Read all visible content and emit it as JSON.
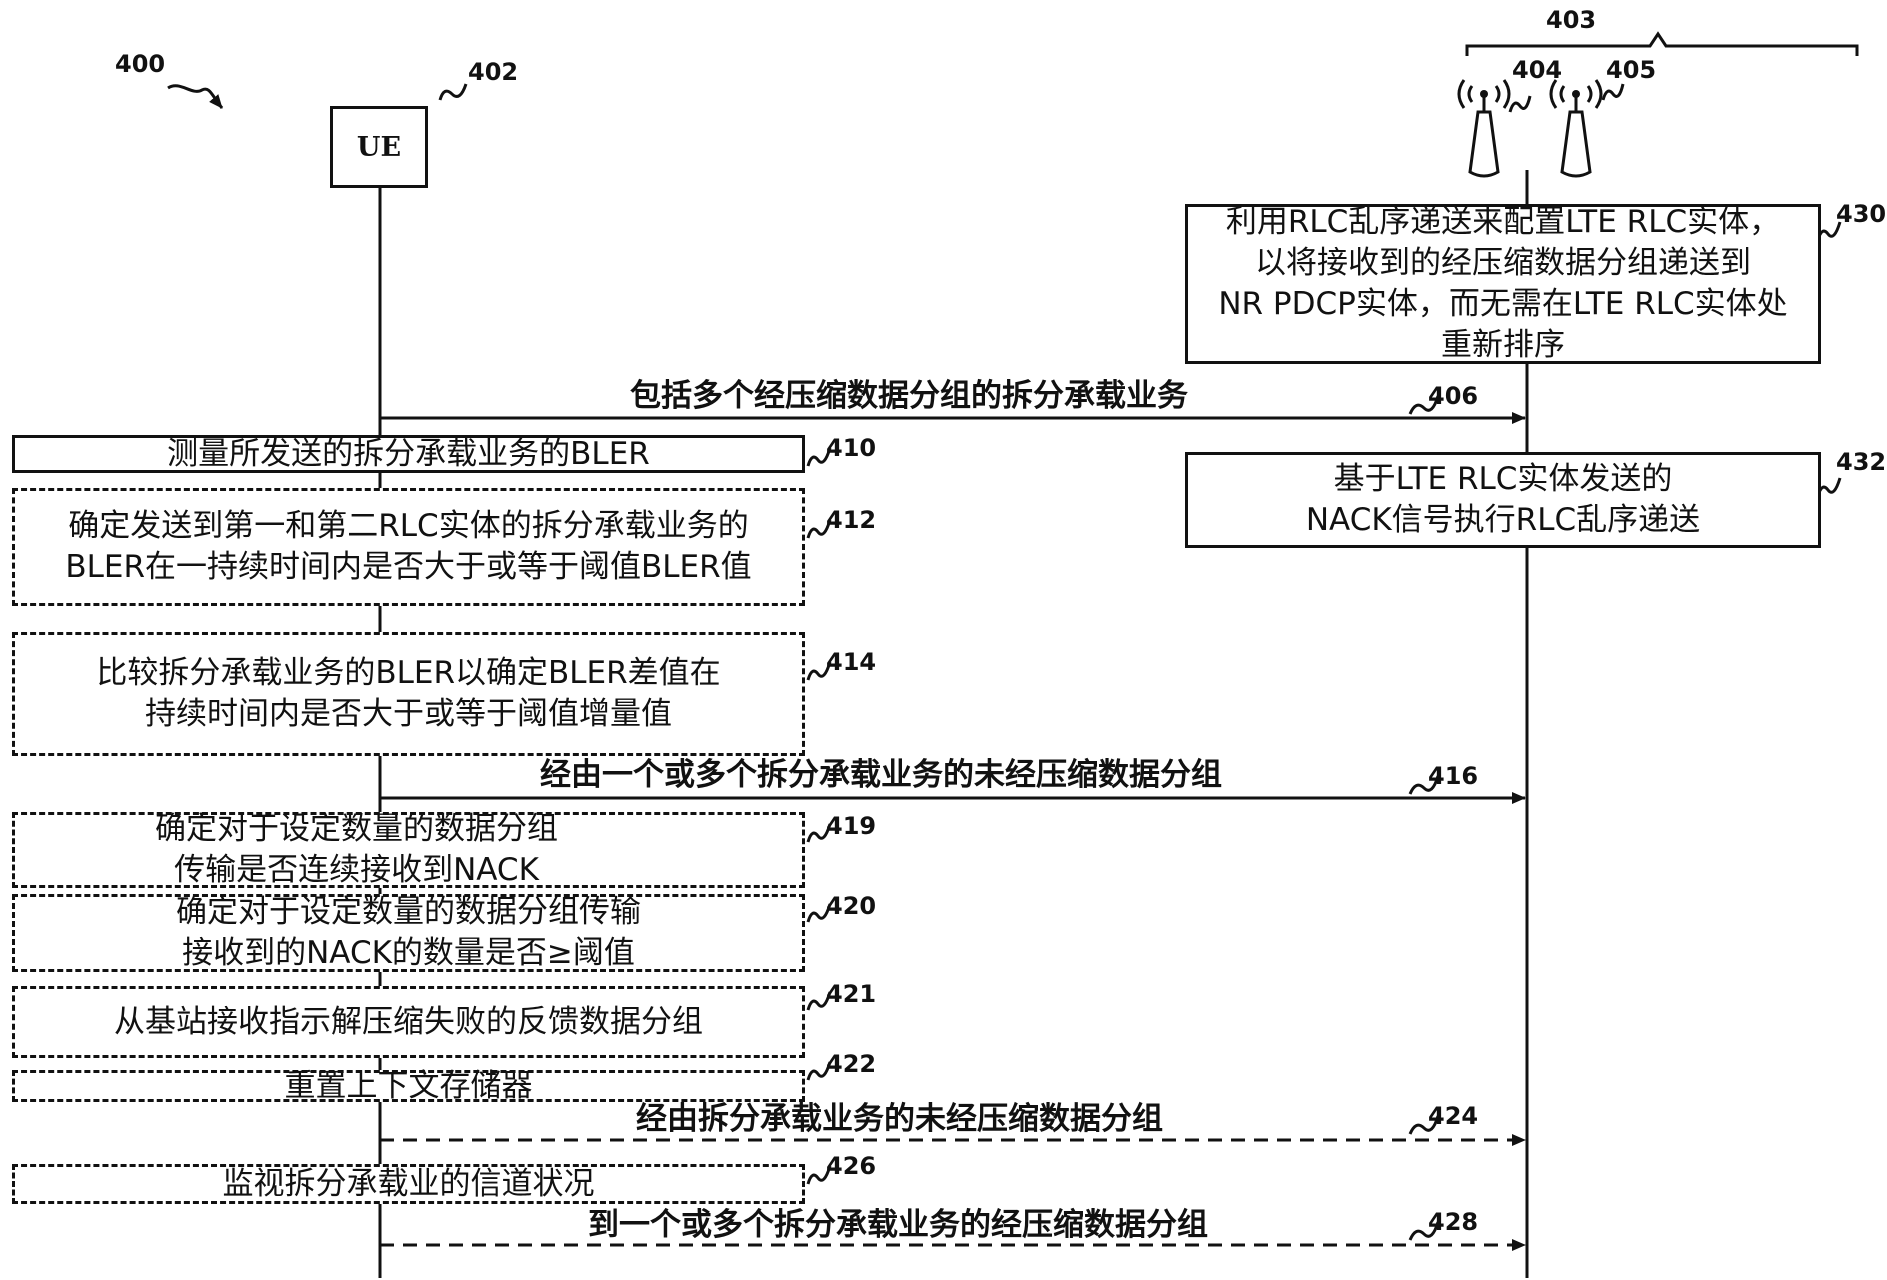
{
  "figure_label": "400",
  "entities": {
    "ue": {
      "name": "UE",
      "ref": "402"
    },
    "base_station": {
      "ref": "403",
      "antenna_1_ref": "404",
      "antenna_2_ref": "405"
    }
  },
  "steps": {
    "s430": {
      "ref": "430",
      "text": "利用RLC乱序递送来配置LTE RLC实体，\n以将接收到的经压缩数据分组递送到\nNR PDCP实体，而无需在LTE RLC实体处\n重新排序"
    },
    "s406": {
      "ref": "406",
      "text": "包括多个经压缩数据分组的拆分承载业务"
    },
    "s410": {
      "ref": "410",
      "text": "测量所发送的拆分承载业务的BLER"
    },
    "s432": {
      "ref": "432",
      "text": "基于LTE RLC实体发送的\nNACK信号执行RLC乱序递送"
    },
    "s412": {
      "ref": "412",
      "text": "确定发送到第一和第二RLC实体的拆分承载业务的\nBLER在一持续时间内是否大于或等于阈值BLER值"
    },
    "s414": {
      "ref": "414",
      "text": "比较拆分承载业务的BLER以确定BLER差值在\n持续时间内是否大于或等于阈值增量值"
    },
    "s416": {
      "ref": "416",
      "text": "经由一个或多个拆分承载业务的未经压缩数据分组"
    },
    "s419": {
      "ref": "419",
      "text": "确定对于设定数量的数据分组\n传输是否连续接收到NACK"
    },
    "s420": {
      "ref": "420",
      "text": "确定对于设定数量的数据分组传输\n接收到的NACK的数量是否≥阈值"
    },
    "s421": {
      "ref": "421",
      "text": "从基站接收指示解压缩失败的反馈数据分组"
    },
    "s422": {
      "ref": "422",
      "text": "重置上下文存储器"
    },
    "s424": {
      "ref": "424",
      "text": "经由拆分承载业务的未经压缩数据分组"
    },
    "s426": {
      "ref": "426",
      "text": "监视拆分承载业的信道状况"
    },
    "s428": {
      "ref": "428",
      "text": "到一个或多个拆分承载业务的经压缩数据分组"
    }
  }
}
